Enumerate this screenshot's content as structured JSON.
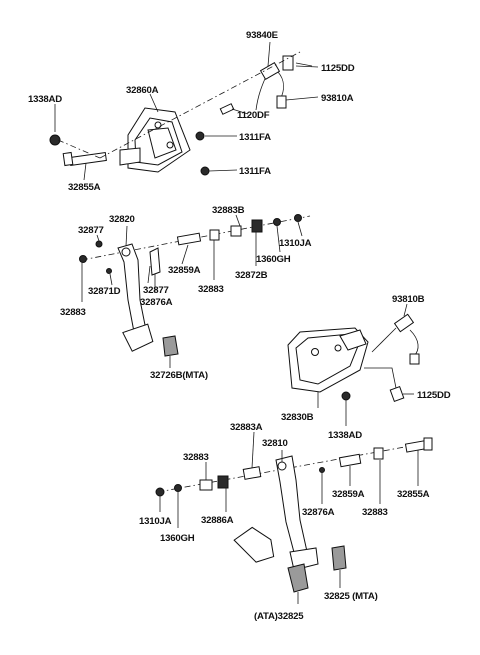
{
  "labels": {
    "p93840E": "93840E",
    "p1125DD_top": "1125DD",
    "p93810A": "93810A",
    "p1338AD_top": "1338AD",
    "p32860A": "32860A",
    "p1120DF": "1120DF",
    "p1311FA_a": "1311FA",
    "p1311FA_b": "1311FA",
    "p32855A_top": "32855A",
    "p32820": "32820",
    "p32883B": "32883B",
    "p32877_a": "32877",
    "p1310JA_top": "1310JA",
    "p1360GH_top": "1360GH",
    "p32859A_top": "32859A",
    "p32872B": "32872B",
    "p32871D": "32871D",
    "p32877_b": "32877",
    "p32883_a": "32883",
    "p32876A_top": "32876A",
    "p32883_b": "32883",
    "p32726B": "32726B(MTA)",
    "p93810B": "93810B",
    "p1125DD_mid": "1125DD",
    "p32830B": "32830B",
    "p1338AD_mid": "1338AD",
    "p32883A": "32883A",
    "p32810": "32810",
    "p32883_c": "32883",
    "p32859A_bot": "32859A",
    "p32855A_bot": "32855A",
    "p1310JA_bot": "1310JA",
    "p32876A_bot": "32876A",
    "p32883_d": "32883",
    "p32886A": "32886A",
    "p1360GH_bot": "1360GH",
    "p32825_mta": "32825  (MTA)",
    "p32825_ata": "(ATA)32825"
  }
}
